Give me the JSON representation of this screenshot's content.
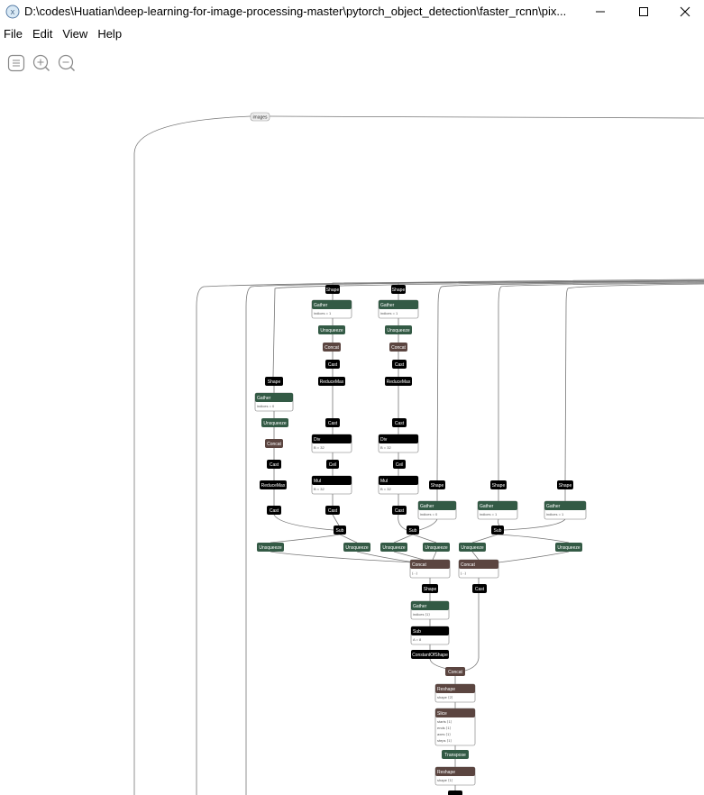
{
  "window": {
    "title": "D:\\codes\\Huatian\\deep-learning-for-image-processing-master\\pytorch_object_detection\\faster_rcnn\\pix...",
    "minimize_icon": "minimize-icon",
    "maximize_icon": "maximize-icon",
    "close_icon": "close-icon"
  },
  "menu": {
    "file": "File",
    "edit": "Edit",
    "view": "View",
    "help": "Help"
  },
  "toolbar": {
    "sidebar_icon": "sidebar-icon",
    "zoom_in_icon": "zoom-in-icon",
    "zoom_out_icon": "zoom-out-icon"
  },
  "colors": {
    "op_black": "#000000",
    "layer_green": "#335a45",
    "tensor_brown": "#5b4540",
    "edge": "#777777",
    "input_border": "#999999"
  },
  "graph": {
    "input_node": "images",
    "nodes": [
      {
        "label": "Shape",
        "type": "black"
      },
      {
        "label": "Shape",
        "type": "black"
      },
      {
        "label": "Gather",
        "type": "green",
        "attrs": [
          "indices = 1"
        ]
      },
      {
        "label": "Gather",
        "type": "green",
        "attrs": [
          "indices = 1"
        ]
      },
      {
        "label": "Unsqueeze",
        "type": "green"
      },
      {
        "label": "Unsqueeze",
        "type": "green"
      },
      {
        "label": "Concat",
        "type": "brown"
      },
      {
        "label": "Concat",
        "type": "brown"
      },
      {
        "label": "Cast",
        "type": "black"
      },
      {
        "label": "Cast",
        "type": "black"
      },
      {
        "label": "ReduceMax",
        "type": "black"
      },
      {
        "label": "ReduceMax",
        "type": "black"
      },
      {
        "label": "Shape",
        "type": "black"
      },
      {
        "label": "Gather",
        "type": "green",
        "attrs": [
          "indices = 0"
        ]
      },
      {
        "label": "Cast",
        "type": "black"
      },
      {
        "label": "Cast",
        "type": "black"
      },
      {
        "label": "Unsqueeze",
        "type": "green"
      },
      {
        "label": "Div",
        "type": "black",
        "attrs": [
          "B = 32"
        ]
      },
      {
        "label": "Div",
        "type": "black",
        "attrs": [
          "B = 32"
        ]
      },
      {
        "label": "Concat",
        "type": "brown"
      },
      {
        "label": "Ceil",
        "type": "black"
      },
      {
        "label": "Ceil",
        "type": "black"
      },
      {
        "label": "Cast",
        "type": "black"
      },
      {
        "label": "ReduceMax",
        "type": "black"
      },
      {
        "label": "Mul",
        "type": "black",
        "attrs": [
          "B = 32"
        ]
      },
      {
        "label": "Mul",
        "type": "black",
        "attrs": [
          "B = 32"
        ]
      },
      {
        "label": "Shape",
        "type": "black"
      },
      {
        "label": "Shape",
        "type": "black"
      },
      {
        "label": "Shape",
        "type": "black"
      },
      {
        "label": "Gather",
        "type": "green",
        "attrs": [
          "indices = 0"
        ]
      },
      {
        "label": "Gather",
        "type": "green",
        "attrs": [
          "indices = 1"
        ]
      },
      {
        "label": "Gather",
        "type": "green",
        "attrs": [
          "indices = 1"
        ]
      },
      {
        "label": "Cast",
        "type": "black"
      },
      {
        "label": "Cast",
        "type": "black"
      },
      {
        "label": "Cast",
        "type": "black"
      },
      {
        "label": "Sub",
        "type": "black"
      },
      {
        "label": "Sub",
        "type": "black"
      },
      {
        "label": "Sub",
        "type": "black"
      },
      {
        "label": "Unsqueeze",
        "type": "green"
      },
      {
        "label": "Unsqueeze",
        "type": "green"
      },
      {
        "label": "Unsqueeze",
        "type": "green"
      },
      {
        "label": "Unsqueeze",
        "type": "green"
      },
      {
        "label": "Unsqueeze",
        "type": "green"
      },
      {
        "label": "Unsqueeze",
        "type": "green"
      },
      {
        "label": "Concat",
        "type": "brown",
        "attrs": [
          "(...)"
        ]
      },
      {
        "label": "Concat",
        "type": "brown",
        "attrs": [
          "(...)"
        ]
      },
      {
        "label": "Shape",
        "type": "black"
      },
      {
        "label": "Cast",
        "type": "black"
      },
      {
        "label": "Gather",
        "type": "green",
        "attrs": [
          "indices  ⟨1⟩"
        ]
      },
      {
        "label": "Sub",
        "type": "black",
        "attrs": [
          "A = 8"
        ]
      },
      {
        "label": "ConstantOfShape",
        "type": "black"
      },
      {
        "label": "Concat",
        "type": "brown"
      },
      {
        "label": "Reshape",
        "type": "brown",
        "attrs": [
          "shape  ⟨2⟩"
        ]
      },
      {
        "label": "Slice",
        "type": "brown",
        "attrs": [
          "starts  ⟨1⟩",
          "ends  ⟨1⟩",
          "axes  ⟨1⟩",
          "steps  ⟨1⟩"
        ]
      },
      {
        "label": "Transpose",
        "type": "green"
      },
      {
        "label": "Reshape",
        "type": "brown",
        "attrs": [
          "shape  ⟨1⟩"
        ]
      }
    ]
  }
}
